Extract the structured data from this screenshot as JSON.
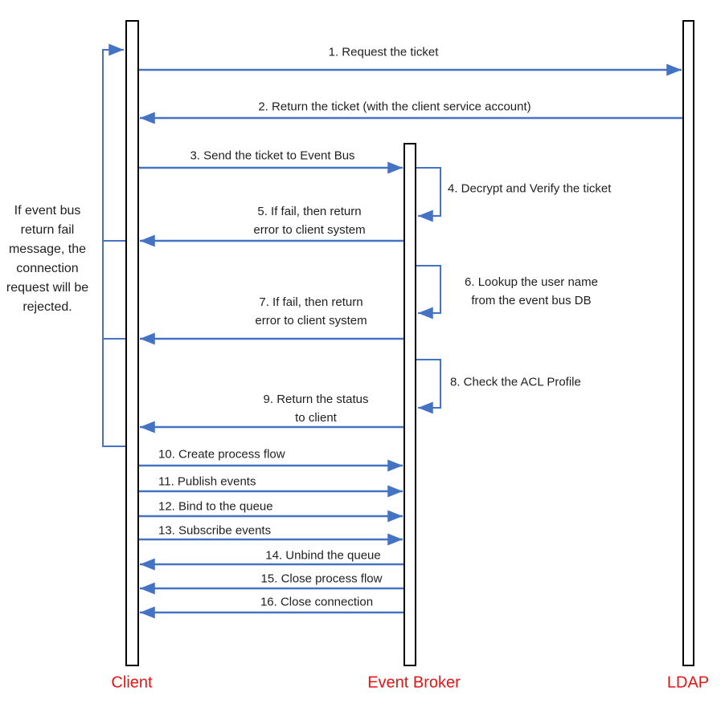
{
  "diagram": {
    "title": "",
    "actors": [
      {
        "label": "Client"
      },
      {
        "label": "Event Broker"
      },
      {
        "label": "LDAP"
      }
    ],
    "messages": {
      "m1": "1. Request the ticket",
      "m2": "2. Return the ticket (with the client service account)",
      "m3": "3. Send the ticket to Event Bus",
      "m4": "4. Decrypt and Verify the ticket",
      "m5": "5. If fail, then return\nerror to client system",
      "m6": "6. Lookup the user name\nfrom the event bus DB",
      "m7": "7. If fail, then return\nerror to client system",
      "m8": "8. Check the ACL Profile",
      "m9": "9. Return the status\nto client",
      "m10": "10. Create process flow",
      "m11": "11. Publish events",
      "m12": "12. Bind to the queue",
      "m13": "13. Subscribe events",
      "m14": "14. Unbind the queue",
      "m15": "15. Close process flow",
      "m16": "16. Close connection"
    },
    "side_note": "If event bus\nreturn fail\nmessage, the\nconnection\nrequest will be\nrejected.",
    "colors": {
      "arrow_blue": "#4472C4",
      "actor_label_red": "#EE1111",
      "message_text": "#1F1F1F",
      "lifeline_border": "#000000"
    }
  }
}
